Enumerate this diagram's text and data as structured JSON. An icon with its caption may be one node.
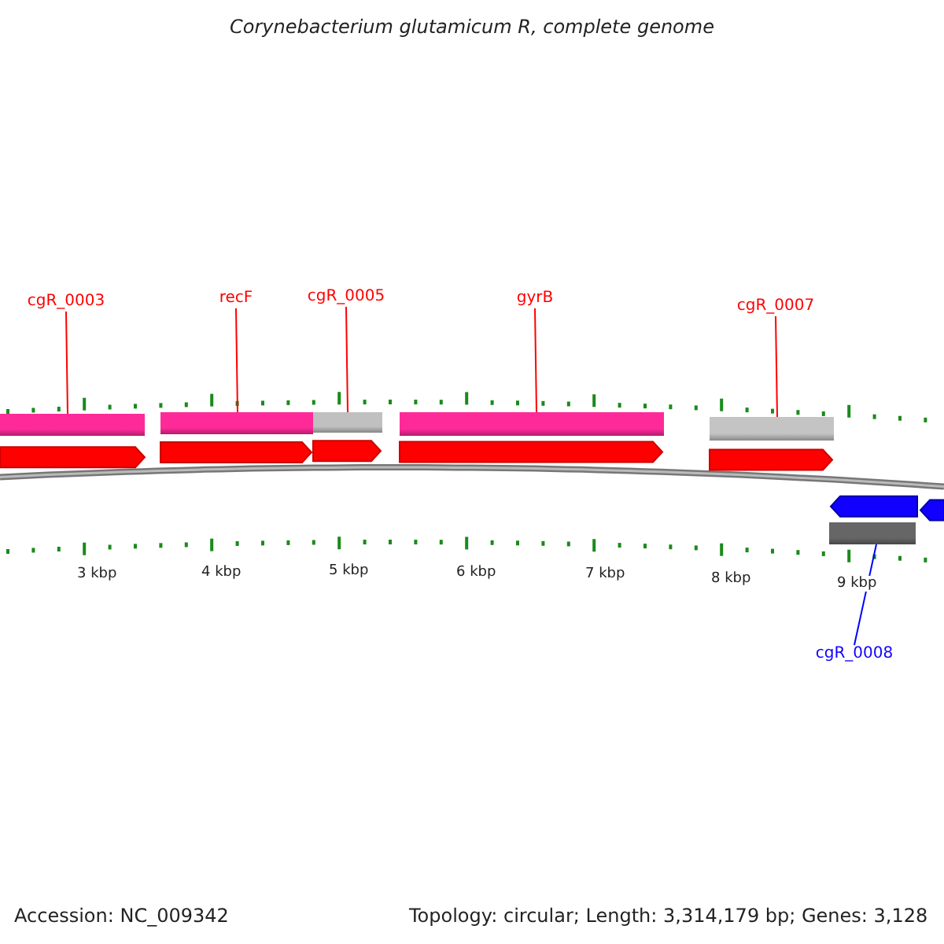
{
  "diagram": {
    "title": "Corynebacterium glutamicum R, complete genome",
    "nodes": [
      {
        "text": [
          "cgR_0003"
        ]
      },
      {
        "text": [
          "recF"
        ]
      },
      {
        "text": [
          "cgR_0005"
        ]
      },
      {
        "text": [
          "gyrB"
        ]
      },
      {
        "text": [
          "cgR_0007"
        ]
      },
      {
        "text": [
          "cgR_0008"
        ]
      },
      {
        "text": [],
        "shape": "bar"
      },
      {
        "text": [],
        "shape": "bar"
      },
      {
        "text": [],
        "shape": "bar"
      },
      {
        "text": [],
        "shape": "bar"
      },
      {
        "text": [],
        "shape": "bar"
      },
      {
        "text": [],
        "shape": "bar"
      }
    ],
    "edges": [
      {
        "from": 0,
        "to": 6,
        "arrow": "none"
      },
      {
        "from": 1,
        "to": 7,
        "arrow": "none"
      },
      {
        "from": 2,
        "to": 8,
        "arrow": "none"
      },
      {
        "from": 3,
        "to": 9,
        "arrow": "none"
      },
      {
        "from": 4,
        "to": 10,
        "arrow": "none"
      },
      {
        "from": 5,
        "to": 11,
        "arrow": "none",
        "color": "#0000ff"
      }
    ],
    "labels": [
      "3 kbp",
      "4 kbp",
      "5 kbp",
      "6 kbp",
      "7 kbp",
      "8 kbp",
      "9 kbp",
      "Accession: NC_009342",
      "Topology: circular; Length: 3,314,179 bp; Genes: 3,128"
    ]
  }
}
